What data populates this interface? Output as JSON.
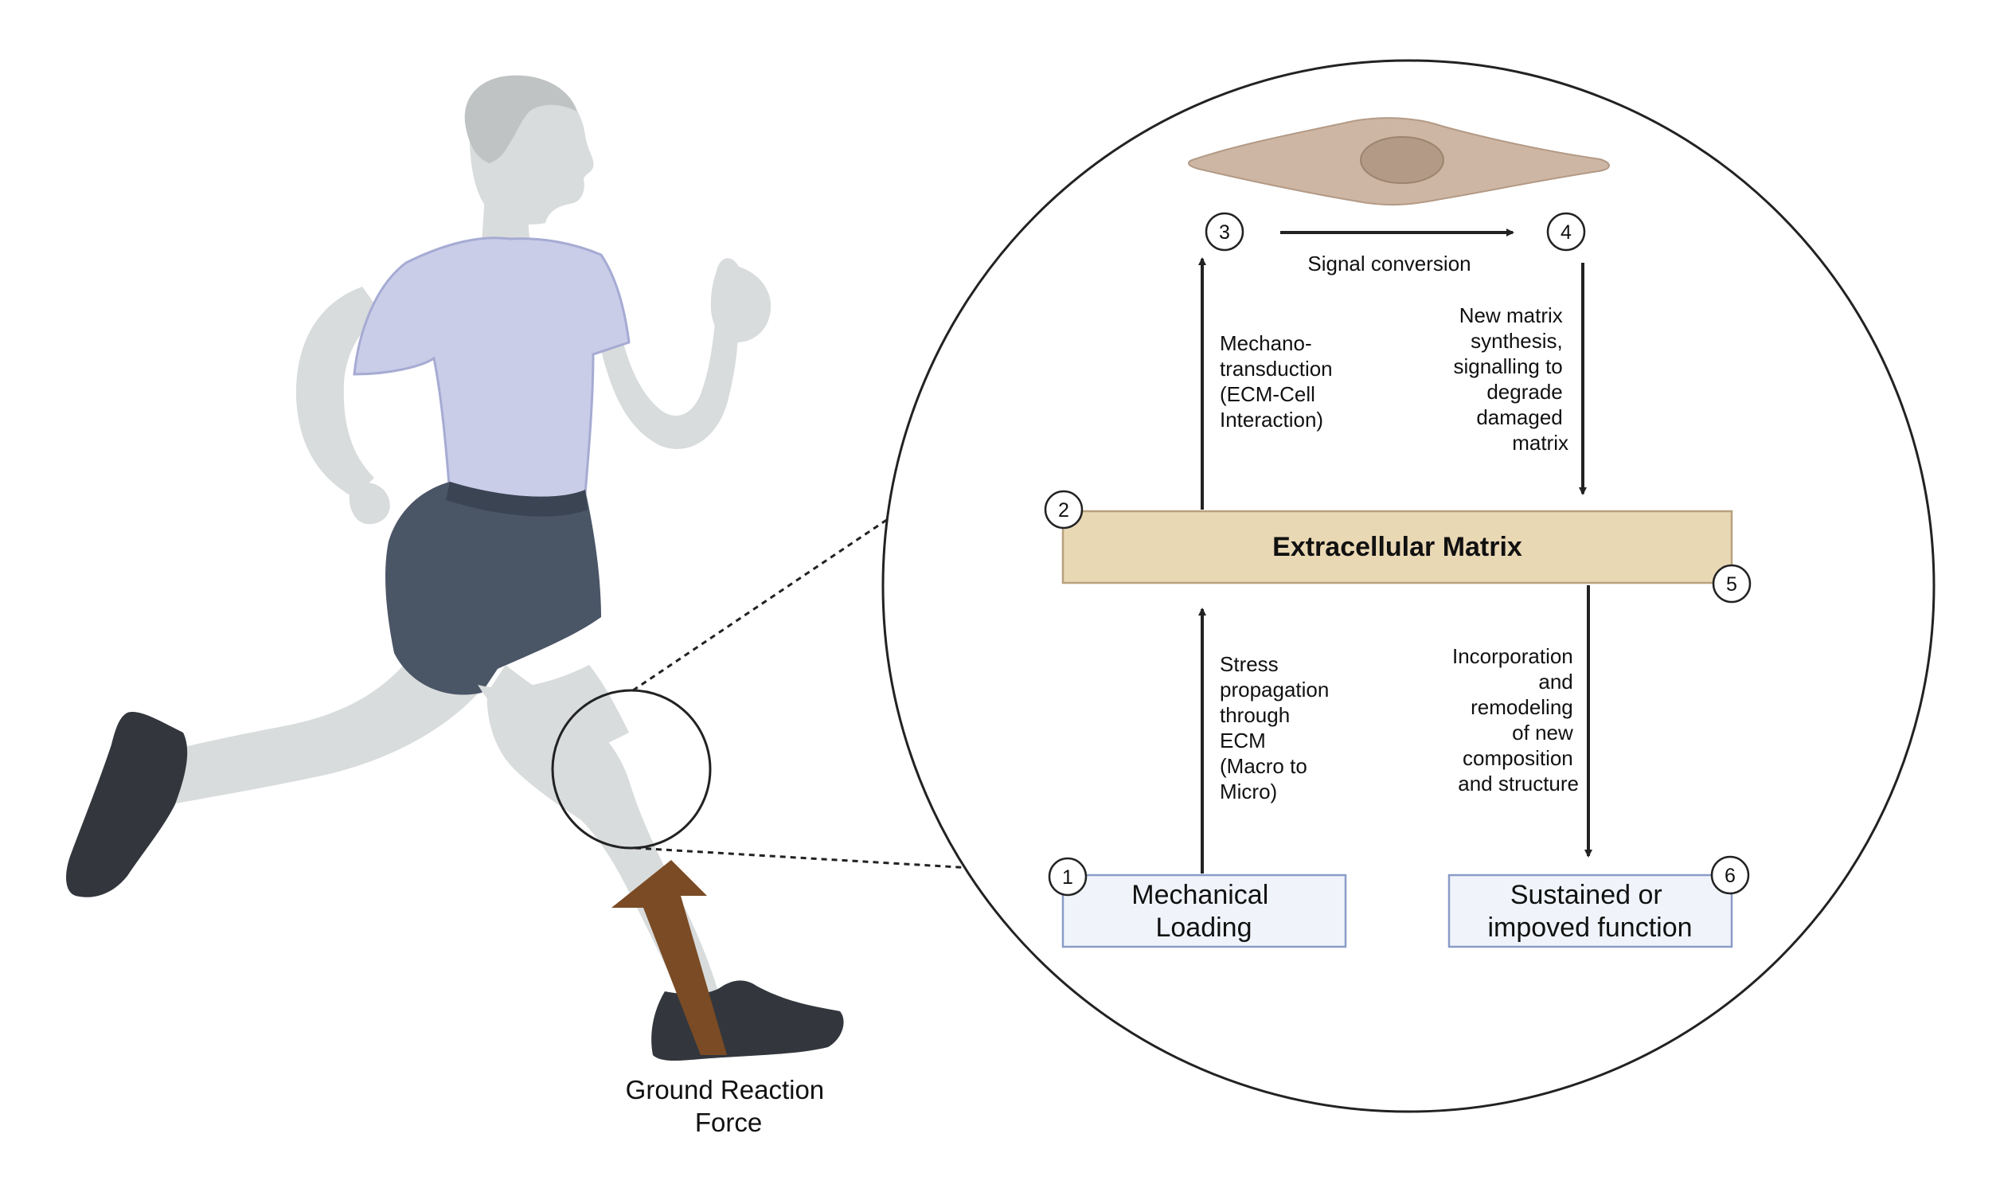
{
  "figure": {
    "ground_reaction_label": [
      "Ground Reaction",
      "Force"
    ],
    "ecm_title": "Extracellular Matrix",
    "signal_conversion": "Signal conversion",
    "mechanotransduction": [
      "Mechano-",
      "transduction",
      "(ECM-Cell",
      "Interaction)"
    ],
    "new_matrix": [
      "New matrix",
      "synthesis,",
      "signalling to",
      "degrade",
      "damaged",
      "matrix"
    ],
    "stress_propagation": [
      "Stress",
      "propagation",
      "through",
      "ECM",
      "(Macro to",
      "Micro)"
    ],
    "incorporation": [
      "Incorporation",
      "and",
      "remodeling",
      "of new",
      "composition",
      "and structure"
    ],
    "mechanical_loading": [
      "Mechanical",
      "Loading"
    ],
    "sustained_function": [
      "Sustained or",
      "impoved function"
    ],
    "step_numbers": [
      "1",
      "2",
      "3",
      "4",
      "5",
      "6"
    ]
  },
  "colors": {
    "ecm_fill": "#e9d8b4",
    "box_fill": "#f0f4fa",
    "box_stroke": "#8a9cc8",
    "cell_fill": "#cdb7a4",
    "nucleus_fill": "#b39a86",
    "force_arrow": "#7a4b24",
    "skin": "#d9dcdc",
    "shirt": "#c9cde8",
    "shorts": "#4a5566",
    "shoes": "#33373d"
  },
  "icons": [
    "runner-figure",
    "fibroblast-cell",
    "force-arrow"
  ]
}
